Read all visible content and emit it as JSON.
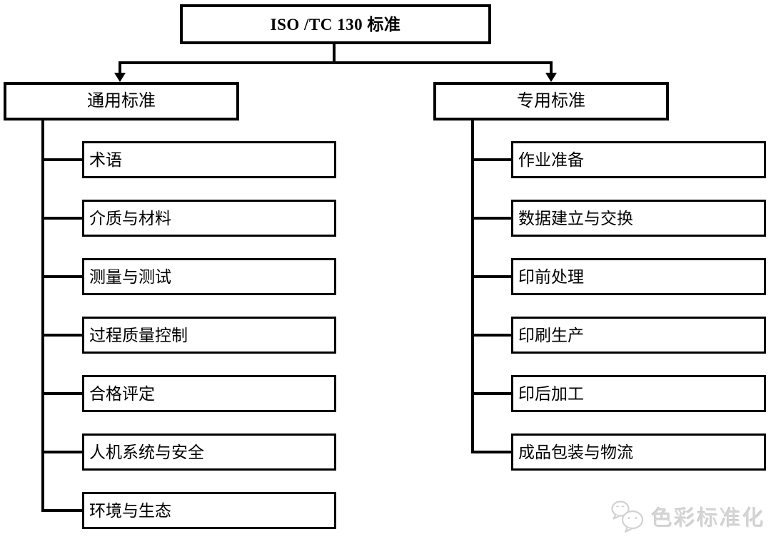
{
  "diagram": {
    "title": "ISO /TC 130 标准",
    "branches": [
      {
        "label": "通用标准",
        "children": [
          "术语",
          "介质与材料",
          "测量与测试",
          "过程质量控制",
          "合格评定",
          "人机系统与安全",
          "环境与生态"
        ]
      },
      {
        "label": "专用标准",
        "children": [
          "作业准备",
          "数据建立与交换",
          "印前处理",
          "印刷生产",
          "印后加工",
          "成品包装与物流"
        ]
      }
    ]
  },
  "watermark": {
    "label": "色彩标准化",
    "icon": "wechat-icon",
    "color": "#d6d6d6"
  },
  "colors": {
    "line": "#000000",
    "background": "#ffffff",
    "text": "#000000"
  }
}
